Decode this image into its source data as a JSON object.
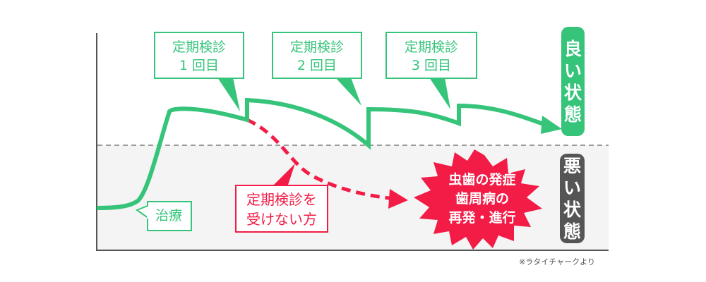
{
  "diagram": {
    "colors": {
      "good": "#35c47a",
      "bad": "#f21c46",
      "bad_state_pill": "#555555",
      "bad_region_bg": "#f4f4f4",
      "axis": "#555555",
      "threshold_dash": "#666666"
    },
    "callouts": [
      {
        "line1": "定期検診",
        "line2": "1 回目"
      },
      {
        "line1": "定期検診",
        "line2": "2 回目"
      },
      {
        "line1": "定期検診",
        "line2": "3 回目"
      }
    ],
    "treatment_label": "治療",
    "no_checkup_label": {
      "line1": "定期検診を",
      "line2": "受けない方"
    },
    "good_state": {
      "chars": [
        "良",
        "い",
        "状",
        "態"
      ]
    },
    "bad_state": {
      "chars": [
        "悪",
        "い",
        "状",
        "態"
      ]
    },
    "burst": {
      "line1": "虫歯の発症",
      "line2": "歯周病の",
      "line3": "再発・進行"
    },
    "source_note": "※ラタイチャークより"
  }
}
